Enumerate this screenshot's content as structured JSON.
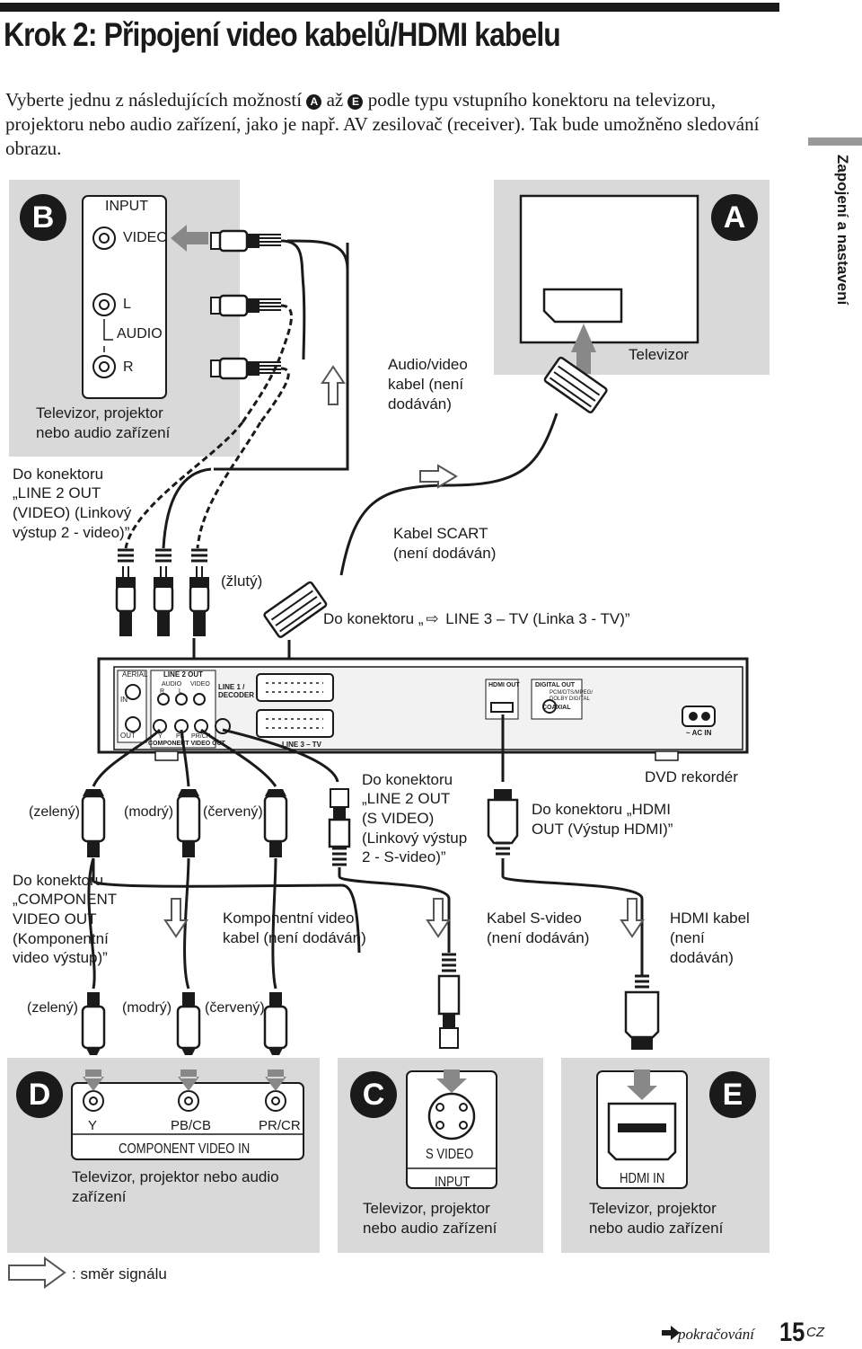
{
  "page": {
    "title": "Krok 2: Připojení video kabelů/HDMI kabelu",
    "intro_part1": "Vyberte jednu z následujících možností",
    "intro_badge_a": "A",
    "intro_part2": "až",
    "intro_badge_e": "E",
    "intro_part3": "podle typu vstupního konektoru na televizoru, projektoru nebo audio zařízení, jako je např. AV zesilovač (receiver). Tak bude umožněno sledování obrazu.",
    "side_tab": "Zapojení a nastavení",
    "continued": "pokračování",
    "page_number": "15",
    "page_suffix": "CZ",
    "legend": ": směr signálu"
  },
  "panel_b": {
    "badge": "B",
    "jack_header": "INPUT",
    "jack_video": "VIDEO",
    "jack_l": "L",
    "jack_audio": "AUDIO",
    "jack_r": "R",
    "device_line1": "Televizor, projektor",
    "device_line2": "nebo audio zařízení"
  },
  "panel_a": {
    "badge": "A",
    "device": "Televizor"
  },
  "top_labels": {
    "av_cable_1": "Audio/video",
    "av_cable_2": "kabel (není",
    "av_cable_3": "dodáván)",
    "line2_1": "Do konektoru",
    "line2_2": "„LINE 2 OUT",
    "line2_3": "(VIDEO) (Linkový",
    "line2_4": "výstup 2 - video)”",
    "yellow": "(žlutý)",
    "scart_1": "Kabel SCART",
    "scart_2": "(není dodáván)",
    "line3_pre": "Do konektoru „",
    "line3_post": " LINE 3 – TV (Linka 3 - TV)”"
  },
  "recorder": {
    "name": "DVD rekordér",
    "aerial": "AERIAL",
    "in": "IN",
    "out": "OUT",
    "line2out": "LINE 2 OUT",
    "audio": "AUDIO",
    "video": "VIDEO",
    "r": "R",
    "l": "L",
    "line1": "LINE 1 /",
    "decoder": "DECODER",
    "y": "Y",
    "pb": "PB",
    "pr": "PR/CR",
    "component": "COMPONENT VIDEO OUT",
    "line3": "LINE 3 – TV",
    "hdmi_out": "HDMI OUT",
    "digital_out": "DIGITAL OUT",
    "digital_sub1": "PCM/DTS/MPEG/",
    "digital_sub2": "DOLBY DIGITAL",
    "coaxial": "COAXIAL",
    "ac_in": "~ AC IN"
  },
  "mid_labels": {
    "green": "(zelený)",
    "blue": "(modrý)",
    "red": "(červený)",
    "svideo_1": "Do konektoru",
    "svideo_2": "„LINE 2 OUT",
    "svideo_3": "(S VIDEO)",
    "svideo_4": "(Linkový výstup",
    "svideo_5": "2 - S-video)”",
    "hdmi_conn_1": "Do konektoru „HDMI",
    "hdmi_conn_2": "OUT (Výstup HDMI)”",
    "comp_conn_1": "Do konektoru",
    "comp_conn_2": "„COMPONENT",
    "comp_conn_3": "VIDEO OUT",
    "comp_conn_4": "(Komponentní",
    "comp_conn_5": "video výstup)”",
    "comp_cable_1": "Komponentní video",
    "comp_cable_2": "kabel (není dodáván)",
    "svideo_cable_1": "Kabel S-video",
    "svideo_cable_2": "(není dodáván)",
    "hdmi_cable_1": "HDMI kabel",
    "hdmi_cable_2": "(není",
    "hdmi_cable_3": "dodáván)"
  },
  "panel_d": {
    "badge": "D",
    "y": "Y",
    "pb": "PB/CB",
    "pr": "PR/CR",
    "jack": "COMPONENT VIDEO IN",
    "device_line1": "Televizor, projektor nebo audio",
    "device_line2": "zařízení"
  },
  "panel_c": {
    "badge": "C",
    "jack": "S VIDEO",
    "header": "INPUT",
    "device_line1": "Televizor, projektor",
    "device_line2": "nebo audio zařízení"
  },
  "panel_e": {
    "badge": "E",
    "jack": "HDMI IN",
    "device_line1": "Televizor, projektor",
    "device_line2": "nebo audio zařízení"
  },
  "colors": {
    "panel_gray": "#d9d9d9",
    "ink": "#1a1a1a"
  }
}
